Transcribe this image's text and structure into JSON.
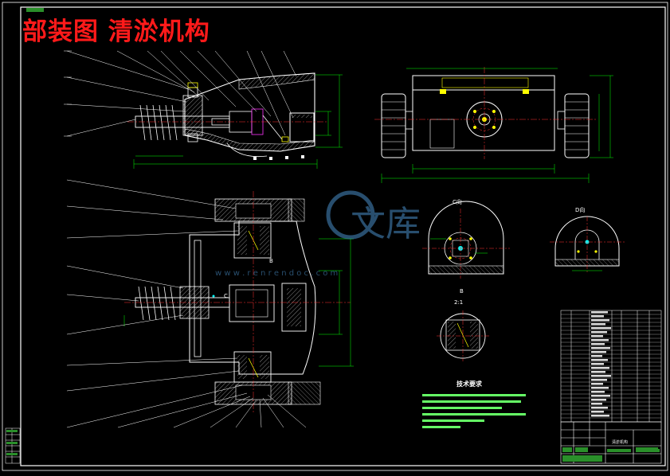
{
  "drawing": {
    "title": "部装图 清淤机构",
    "tech_requirements_title": "技术要求",
    "view_c": "C向",
    "view_d": "D向",
    "detail_label": "B",
    "detail_scale": "2:1",
    "sheet_name": "清淤机构",
    "watermark_text": "文库",
    "watermark_url": "w w w . r e n r e n d o c . c o m"
  },
  "colors": {
    "background": "#000000",
    "outline": "#ffffff",
    "dimension": "#00ff00",
    "center": "#ff3333",
    "hidden": "#ffff00",
    "leader": "#ffffff",
    "hatch": "#c0c0c0",
    "title": "#ff1a1a"
  }
}
